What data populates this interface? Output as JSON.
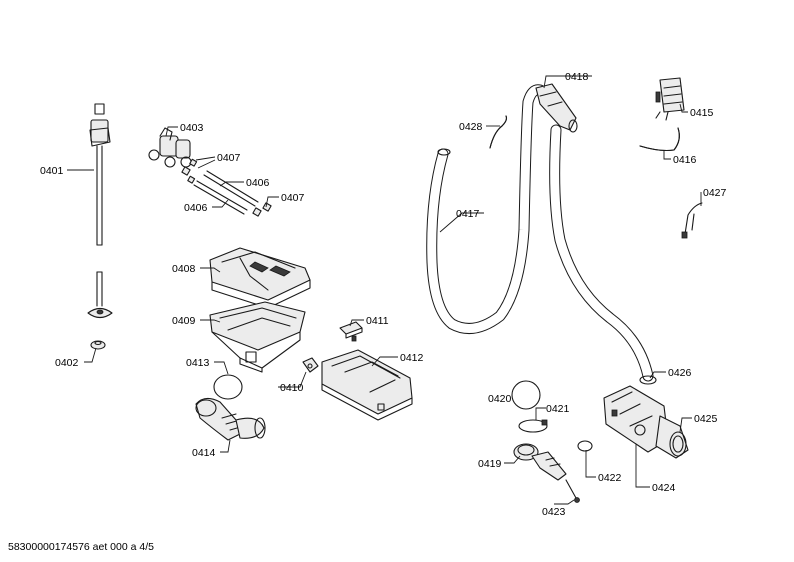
{
  "parts": {
    "p0401": "0401",
    "p0402": "0402",
    "p0403": "0403",
    "p0406a": "0406",
    "p0406b": "0406",
    "p0407a": "0407",
    "p0407b": "0407",
    "p0408": "0408",
    "p0409": "0409",
    "p0410": "0410",
    "p0411": "0411",
    "p0412": "0412",
    "p0413": "0413",
    "p0414": "0414",
    "p0415": "0415",
    "p0416": "0416",
    "p0417": "0417",
    "p0418": "0418",
    "p0419": "0419",
    "p0420": "0420",
    "p0421": "0421",
    "p0422": "0422",
    "p0423": "0423",
    "p0424": "0424",
    "p0425": "0425",
    "p0426": "0426",
    "p0427": "0427",
    "p0428": "0428"
  },
  "footer": "58300000174576 aet 000 a 4/5"
}
